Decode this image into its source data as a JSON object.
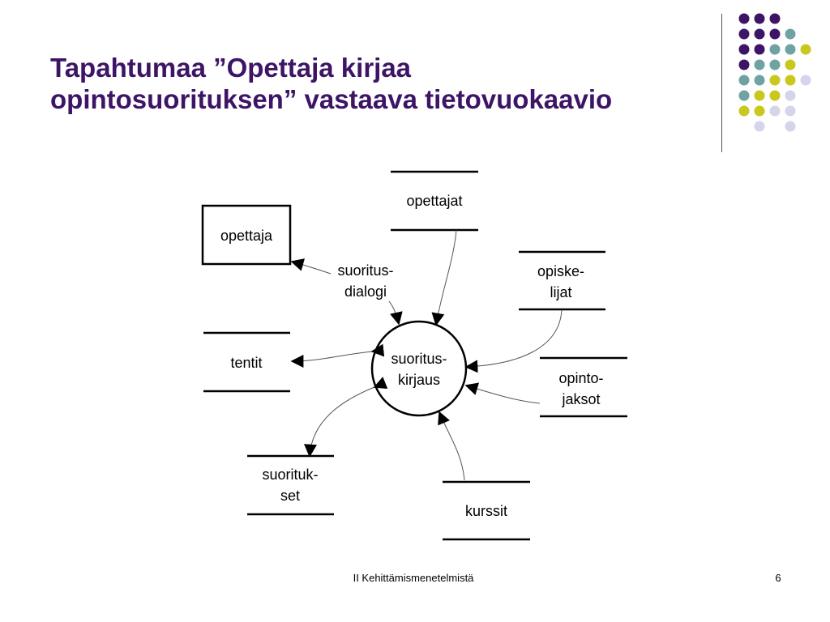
{
  "title": {
    "line1": "Tapahtumaa ”Opettaja kirjaa",
    "line2": "opintosuorituksen” vastaava tietovuokaavio"
  },
  "colors": {
    "title": "#3d1466",
    "purple": "#3d1466",
    "teal": "#6fa3a3",
    "olive": "#c8c81e",
    "lavender": "#d4d4ea"
  },
  "diagram": {
    "process": [
      "suoritus-",
      "kirjaus"
    ],
    "entity": "opettaja",
    "dialog_label": [
      "suoritus-",
      "dialogi"
    ],
    "stores": {
      "opettajat": [
        "opettajat"
      ],
      "opiskelijat": [
        "opiske-",
        "lijat"
      ],
      "opintojaksot": [
        "opinto-",
        "jaksot"
      ],
      "tentit": [
        "tentit"
      ],
      "suoritukset": [
        "suorituk-",
        "set"
      ],
      "kurssit": [
        "kurssit"
      ]
    }
  },
  "footer": {
    "text": "II Kehittämismenetelmistä",
    "page": "6"
  }
}
